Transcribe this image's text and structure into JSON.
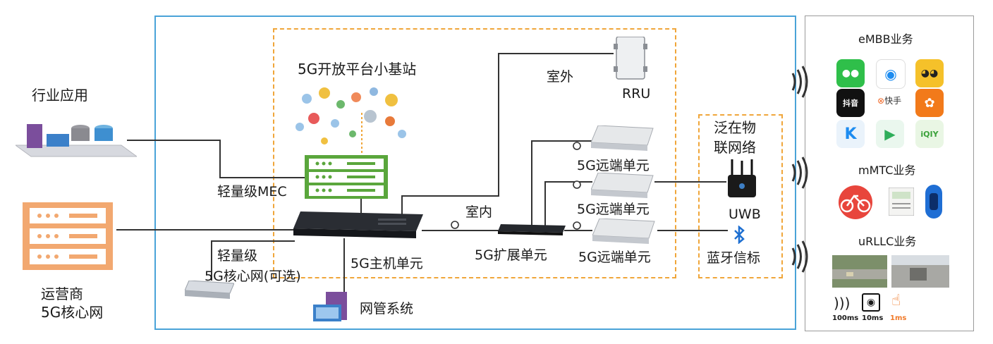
{
  "left": {
    "industry_app": "行业应用",
    "operator_core": "运营商\n5G核心网"
  },
  "platform": {
    "title": "5G开放平台小基站",
    "mec": "轻量级MEC",
    "core_line1": "轻量级",
    "core_line2": "5G核心网(可选)",
    "host_unit": "5G主机单元",
    "nms": "网管系统"
  },
  "outdoor": {
    "label": "室外",
    "rru": "RRU"
  },
  "indoor": {
    "label": "室内",
    "expansion_unit": "5G扩展单元",
    "remote1": "5G远端单元",
    "remote2": "5G远端单元",
    "remote3": "5G远端单元"
  },
  "iot": {
    "title_line1": "泛在物",
    "title_line2": "联网络",
    "uwb": "UWB",
    "bluetooth": "蓝牙信标"
  },
  "services": {
    "embb": "eMBB业务",
    "embb_kuaishou": "快手",
    "embb_douyin": "抖音",
    "embb_iqiyi": "iQIY",
    "mmtc": "mMTC业务",
    "urllc": "uRLLC业务",
    "latency": [
      "100ms",
      "10ms",
      "1ms"
    ]
  },
  "colors": {
    "frame_blue": "#4aa3d8",
    "dashed_orange": "#f0a63a",
    "mec_green": "#5aa63c",
    "operator_orange": "#f2a870",
    "latency_highlight": "#f07a2a"
  }
}
